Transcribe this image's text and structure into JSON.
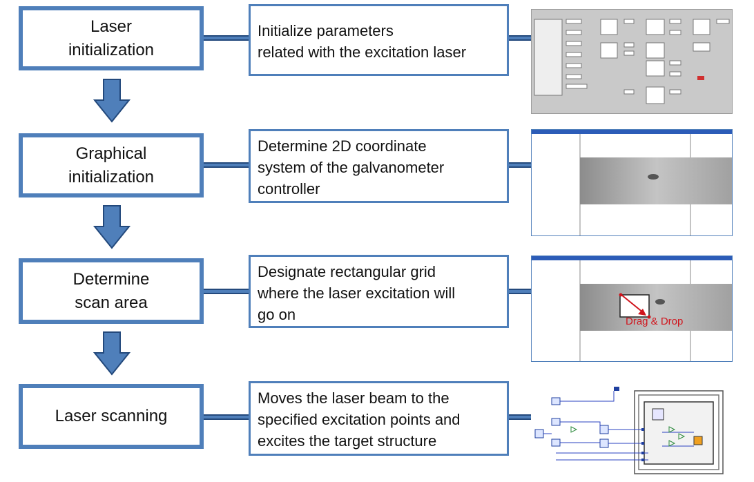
{
  "steps": [
    {
      "line1": "Laser",
      "line2": "initialization",
      "desc_lines": [
        "Initialize parameters",
        "related with the excitation laser"
      ]
    },
    {
      "line1": "Graphical",
      "line2": "initialization",
      "desc_lines": [
        "Determine 2D coordinate",
        "system of the galvanometer",
        "controller"
      ]
    },
    {
      "line1": "Determine",
      "line2": "scan area",
      "desc_lines": [
        "Designate rectangular grid",
        "where the laser excitation will",
        "go on"
      ]
    },
    {
      "line1": "Laser scanning",
      "line2": "",
      "desc_lines": [
        "Moves the laser beam to the",
        "specified excitation points and",
        "excites the target structure"
      ]
    }
  ],
  "annotation": {
    "drag_drop": "Drag & Drop"
  },
  "colors": {
    "box_border": "#4f7fba",
    "arrow_fill": "#4f7fba",
    "arrow_stroke": "#23497c",
    "annotation": "#d0141c"
  }
}
